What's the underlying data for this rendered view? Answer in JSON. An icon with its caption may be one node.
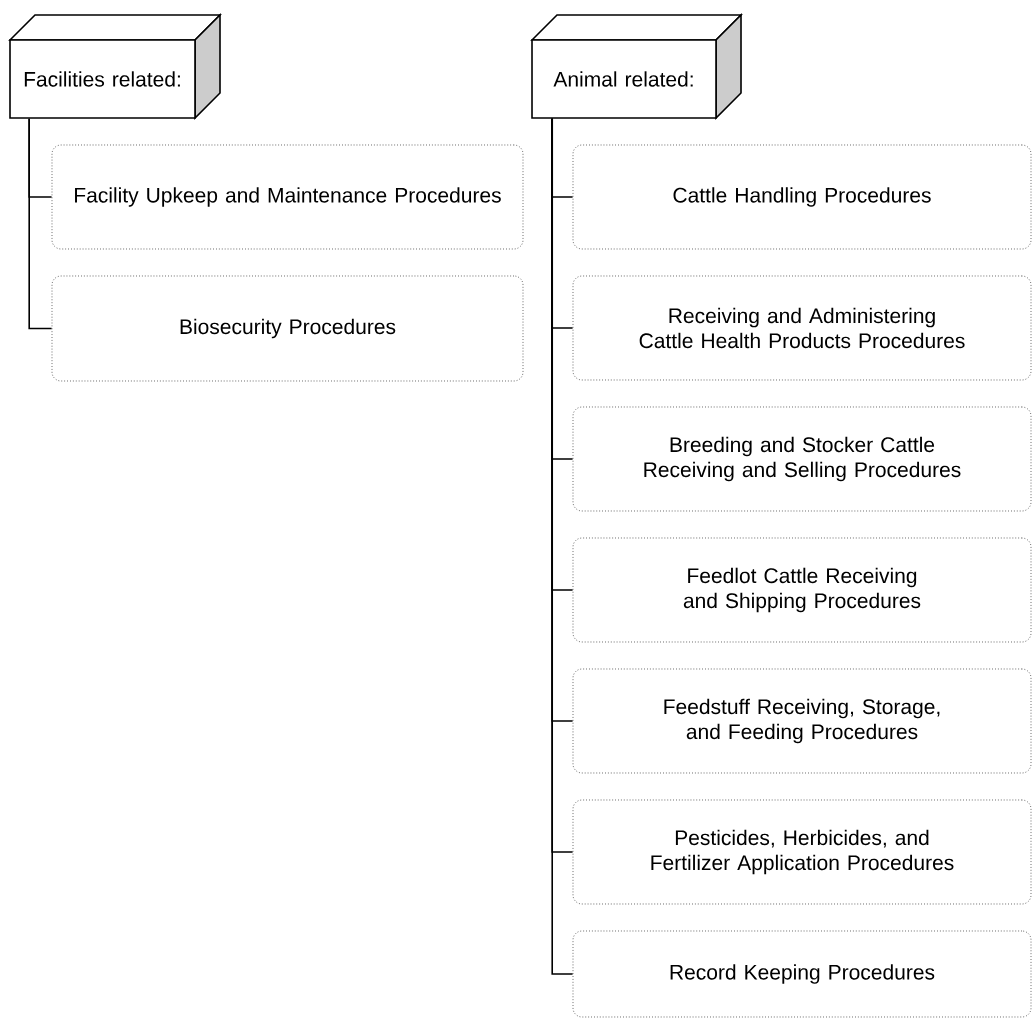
{
  "diagram": {
    "nodes": [
      {
        "text": [
          "Facilities related:"
        ]
      },
      {
        "text": [
          "Facility Upkeep and Maintenance Procedures"
        ]
      },
      {
        "text": [
          "Biosecurity Procedures"
        ]
      },
      {
        "text": [
          "Animal related:"
        ]
      },
      {
        "text": [
          "Cattle Handling Procedures"
        ]
      },
      {
        "text": [
          "Receiving and Administering Cattle Health Products Procedures"
        ]
      },
      {
        "text": [
          "Breeding and Stocker Cattle Receiving and Selling Procedures"
        ]
      },
      {
        "text": [
          "Feedlot Cattle Receiving and Shipping Procedures"
        ]
      },
      {
        "text": [
          "Feedstuff Receiving, Storage, and Feeding Procedures"
        ]
      },
      {
        "text": [
          "Pesticides, Herbicides, and Fertilizer Application Procedures"
        ]
      },
      {
        "text": [
          "Record Keeping Procedures"
        ]
      }
    ],
    "edges": [
      {
        "from": 0,
        "to": 1,
        "arrow": "none"
      },
      {
        "from": 0,
        "to": 2,
        "arrow": "none"
      },
      {
        "from": 3,
        "to": 4,
        "arrow": "none"
      },
      {
        "from": 3,
        "to": 5,
        "arrow": "none"
      },
      {
        "from": 3,
        "to": 6,
        "arrow": "none"
      },
      {
        "from": 3,
        "to": 7,
        "arrow": "none"
      },
      {
        "from": 3,
        "to": 8,
        "arrow": "none"
      },
      {
        "from": 3,
        "to": 9,
        "arrow": "none"
      },
      {
        "from": 3,
        "to": 10,
        "arrow": "none"
      }
    ]
  }
}
